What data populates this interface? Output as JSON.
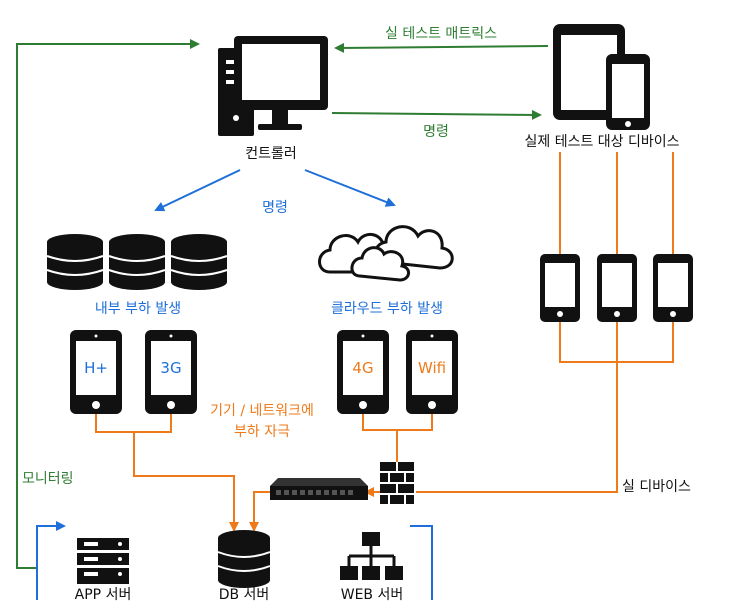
{
  "nodes": {
    "controller": "컨트롤러",
    "real_devices_top": "실제 테스트 대상 디바이스",
    "internal_load": "내부 부하 발생",
    "cloud_load": "클라우드 부하 발생",
    "device_network_load_line1": "기기 / 네트워크에",
    "device_network_load_line2": "부하 자극",
    "real_devices": "실 디바이스",
    "monitoring": "모니터링",
    "app_server": "APP 서버",
    "db_server": "DB 서버",
    "web_server": "WEB 서버"
  },
  "edges": {
    "real_test_matrix": "실 테스트 매트릭스",
    "command_right": "명령",
    "command_down": "명령"
  },
  "phones": {
    "h_plus": "H+",
    "three_g": "3G",
    "four_g": "4G",
    "wifi": "Wifi"
  },
  "colors": {
    "green": "#2e7d32",
    "blue": "#1e6fd9",
    "orange": "#ef7a1a",
    "black": "#111111"
  }
}
